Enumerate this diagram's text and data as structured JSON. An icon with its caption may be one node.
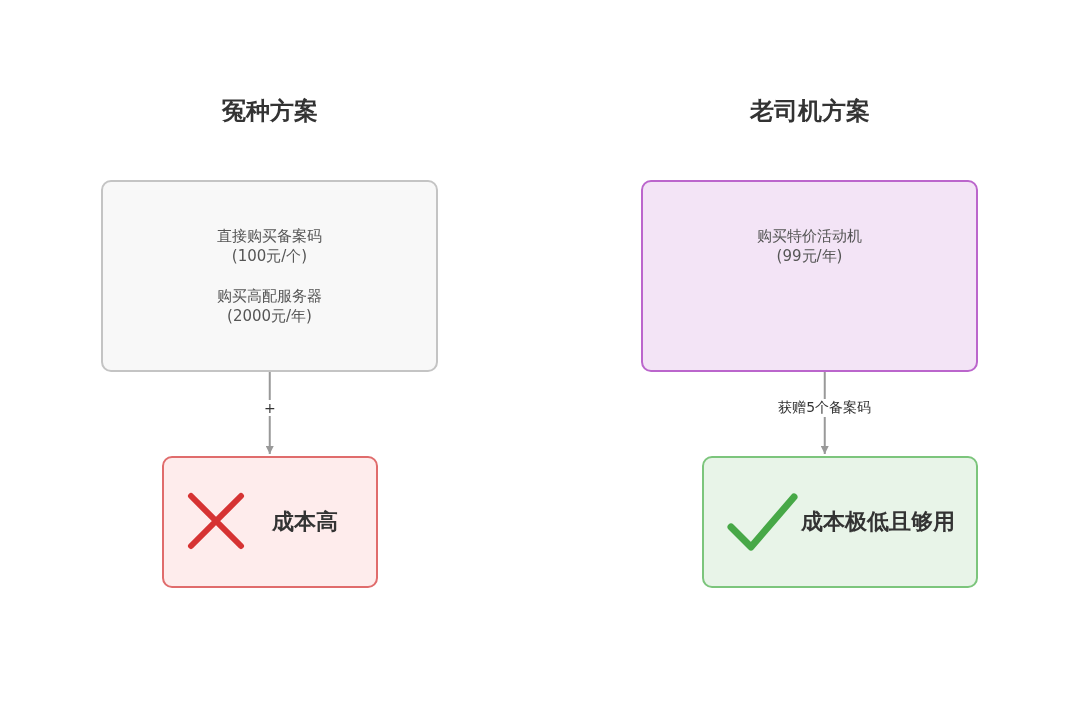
{
  "diagram": {
    "nodes": [
      {
        "text": [
          "直接购买备案码(100元/个)",
          "购买高配服务器(2000元/年)"
        ]
      },
      {
        "text": [
          "成本高"
        ]
      },
      {
        "text": [
          "购买特价活动机(99元/年)"
        ]
      },
      {
        "text": [
          "成本极低且够用"
        ]
      }
    ],
    "edges": [
      {
        "from": 0,
        "to": 1,
        "arrow": "to",
        "label": "+"
      },
      {
        "from": 2,
        "to": 3,
        "arrow": "to",
        "label": "获赠5个备案码"
      }
    ],
    "labels": [
      "冤种方案",
      "老司机方案"
    ]
  }
}
